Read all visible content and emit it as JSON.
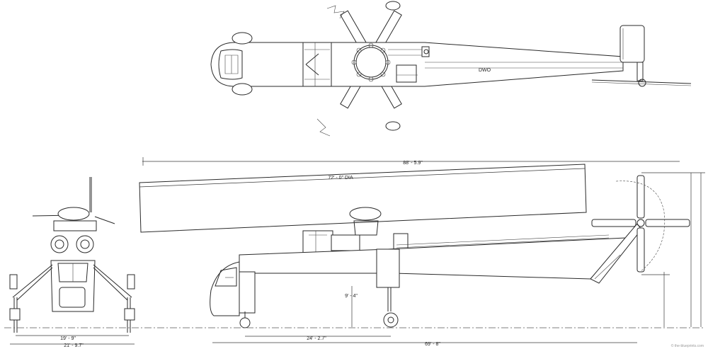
{
  "markings": {
    "tail_code": "DWO"
  },
  "dimensions": {
    "overall_length": "88' - 5.9\"",
    "rotor_diameter": "72' - 0\" DIA",
    "height_at_wheels": "9' - 4\"",
    "wheel_base": "24' - 2.7\"",
    "fuselage_length": "69' - 8\"",
    "main_gear_track": "19' - 9\"",
    "overall_width": "21' - 9.7\""
  },
  "watermark": "© the-blueprints.com"
}
